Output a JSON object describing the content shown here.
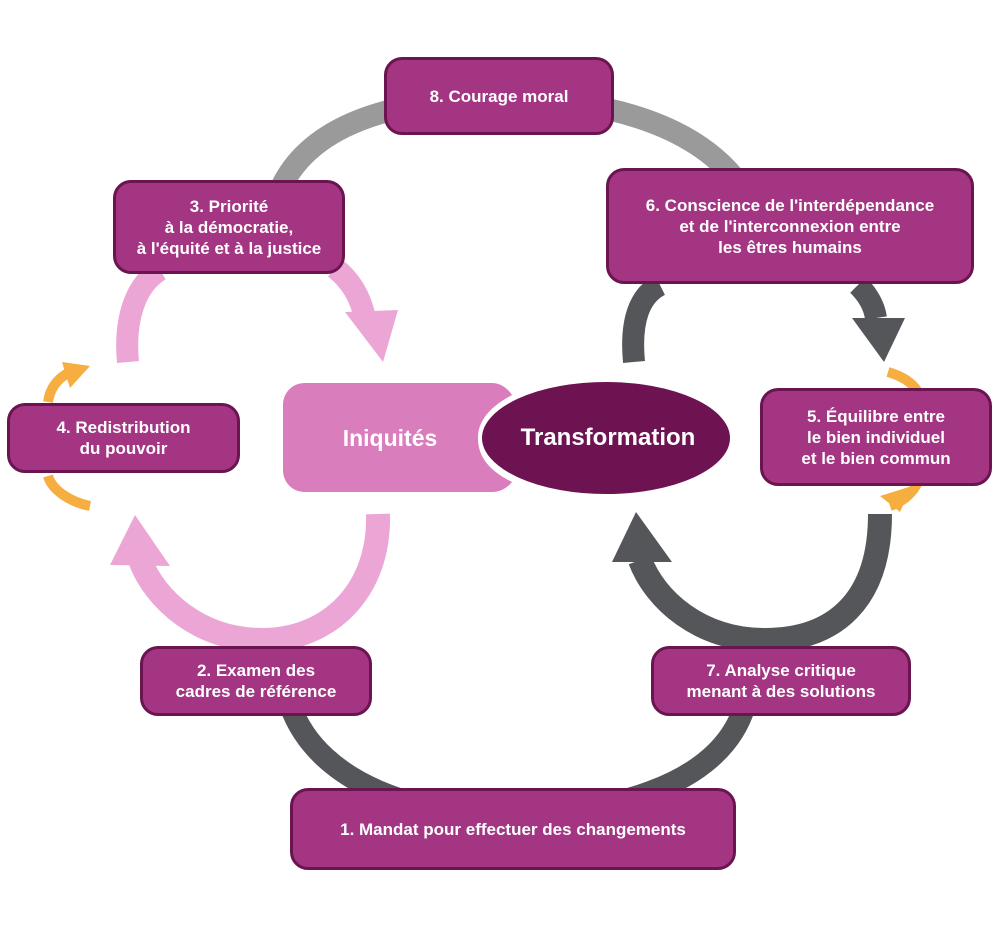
{
  "colors": {
    "node_fill": "#a33583",
    "node_border": "#6a1450",
    "center_left_fill": "#d97dbc",
    "center_right_fill": "#6e1352",
    "loop_gray": "#9a9a9a",
    "loop_dark": "#55565a",
    "loop_pink": "#eba6d6",
    "loop_orange": "#f5ae3f"
  },
  "center": {
    "left_label": "Iniquités",
    "right_label": "Transformation"
  },
  "nodes": {
    "n1": "1. Mandat pour effectuer des changements",
    "n2": "2. Examen des\ncadres de référence",
    "n3": "3. Priorité\nà la démocratie,\nà l'équité et à la justice",
    "n4": "4. Redistribution\ndu pouvoir",
    "n5": "5. Équilibre entre\nle bien individuel\net le bien commun",
    "n6": "6. Conscience de l'interdépendance\net de l'interconnexion entre\nles êtres humains",
    "n7": "7. Analyse critique\nmenant à des solutions",
    "n8": "8. Courage moral"
  }
}
